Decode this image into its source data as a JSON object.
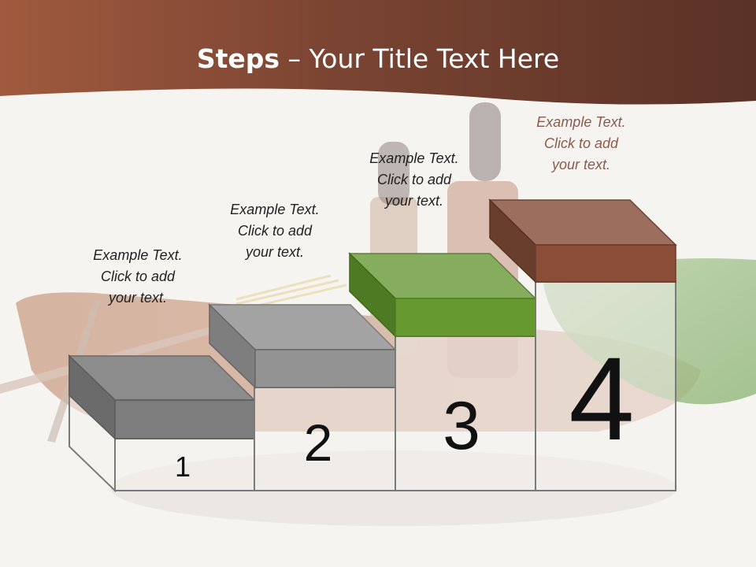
{
  "header": {
    "title_bold": "Steps",
    "title_rest": " – Your Title Text Here",
    "band_color": "#6e3d2c"
  },
  "steps": [
    {
      "number": "1",
      "line1": "Example Text.",
      "line2": "Click  to add",
      "line3": "your text.",
      "color": "#808080"
    },
    {
      "number": "2",
      "line1": "Example Text.",
      "line2": "Click  to add",
      "line3": "your text.",
      "color": "#9a9a9a"
    },
    {
      "number": "3",
      "line1": "Example Text.",
      "line2": "Click  to add",
      "line3": "your text.",
      "color": "#6a9a32"
    },
    {
      "number": "4",
      "line1": "Example Text.",
      "line2": "Click  to add",
      "line3": "your text.",
      "color": "#8b4e38"
    }
  ]
}
